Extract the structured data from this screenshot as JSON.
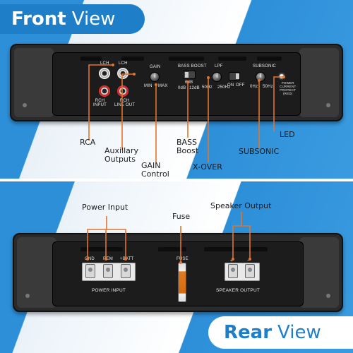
{
  "front": {
    "title_bold": "Front",
    "title_light": "View",
    "silk": {
      "lch1": "LCH",
      "lch2": "LCH",
      "rch_input": "RCH\nINPUT",
      "rch_line_out": "RCH\nLINE OUT",
      "gain": "GAIN",
      "gain_min": "MIN",
      "gain_max": "MAX",
      "bass_boost": "BASS BOOST",
      "bb_0db": "0dB",
      "bb_6db": "6dB",
      "bb_12db": "12dB",
      "lpf": "LPF",
      "lpf_50": "50Hz",
      "lpf_250": "250Hz",
      "on": "ON",
      "off": "OFF",
      "subsonic": "SUBSONIC",
      "sub_0": "0Hz",
      "sub_50": "50Hz",
      "led_text": "POWER\nCURRENT\nPROTECT\n(RED)"
    },
    "labels": {
      "rca": "RCA",
      "aux": "Auxillary\nOutputs",
      "gain": "GAIN\nControl",
      "bass": "BASS\nBoost",
      "xover": "X-OVER",
      "subsonic": "SUBSONIC",
      "led": "LED"
    }
  },
  "rear": {
    "title_bold": "Rear",
    "title_light": "View",
    "silk": {
      "gnd": "GND",
      "rem": "REM",
      "batt": "+BATT",
      "power_input": "POWER INPUT",
      "fuse": "FUSE",
      "plus": "+",
      "minus": "−",
      "speaker_output": "SPEAKER OUTPUT"
    },
    "labels": {
      "power_input": "Power Input",
      "fuse": "Fuse",
      "speaker_output": "Speaker Output"
    }
  },
  "colors": {
    "accent_blue": "#2c8fd6",
    "callout_orange": "#e3742a",
    "amp_black": "#2a2a2a"
  }
}
